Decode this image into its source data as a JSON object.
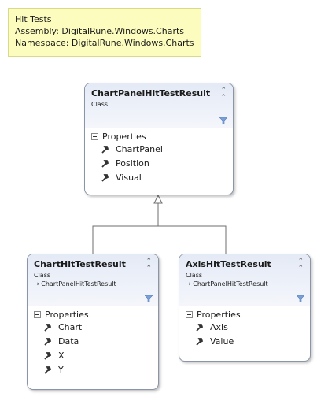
{
  "note": {
    "title": "Hit Tests",
    "assembly": "Assembly: DigitalRune.Windows.Charts",
    "namespace": "Namespace: DigitalRune.Windows.Charts"
  },
  "classes": {
    "chart_panel": {
      "name": "ChartPanelHitTestResult",
      "kind": "Class",
      "section": "Properties",
      "members": [
        "ChartPanel",
        "Position",
        "Visual"
      ]
    },
    "chart": {
      "name": "ChartHitTestResult",
      "kind": "Class",
      "base": "→ ChartPanelHitTestResult",
      "section": "Properties",
      "members": [
        "Chart",
        "Data",
        "X",
        "Y"
      ]
    },
    "axis": {
      "name": "AxisHitTestResult",
      "kind": "Class",
      "base": "→ ChartPanelHitTestResult",
      "section": "Properties",
      "members": [
        "Axis",
        "Value"
      ]
    }
  },
  "icons": {
    "collapse": "double-chevron-up-icon",
    "filter": "filter-icon",
    "property": "wrench-icon"
  },
  "colors": {
    "note_bg": "#fcfcbe",
    "header_bg": "#e4eaf6",
    "border": "#8a96a8"
  }
}
